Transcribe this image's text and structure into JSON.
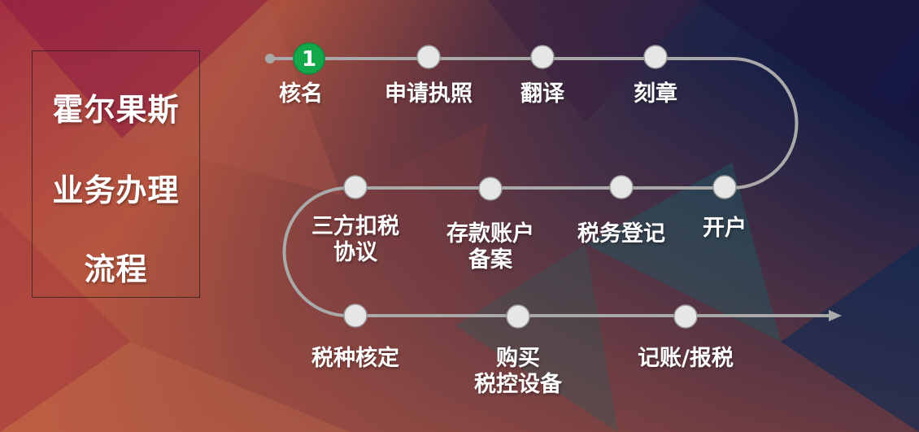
{
  "title": {
    "lines": [
      "霍尔果斯",
      "业务办理",
      "流程"
    ]
  },
  "flow": {
    "active_badge": "1",
    "colors": {
      "track": "#a9a9a9",
      "node": "#e6e6e6",
      "active": "#13a84a"
    },
    "steps": [
      {
        "lines": [
          "核名"
        ]
      },
      {
        "lines": [
          "申请执照"
        ]
      },
      {
        "lines": [
          "翻译"
        ]
      },
      {
        "lines": [
          "刻章"
        ]
      },
      {
        "lines": [
          "开户"
        ]
      },
      {
        "lines": [
          "税务登记"
        ]
      },
      {
        "lines": [
          "存款账户",
          "备案"
        ]
      },
      {
        "lines": [
          "三方扣税",
          "协议"
        ]
      },
      {
        "lines": [
          "税种核定"
        ]
      },
      {
        "lines": [
          "购买",
          "税控设备"
        ]
      },
      {
        "lines": [
          "记账/报税"
        ]
      }
    ]
  }
}
